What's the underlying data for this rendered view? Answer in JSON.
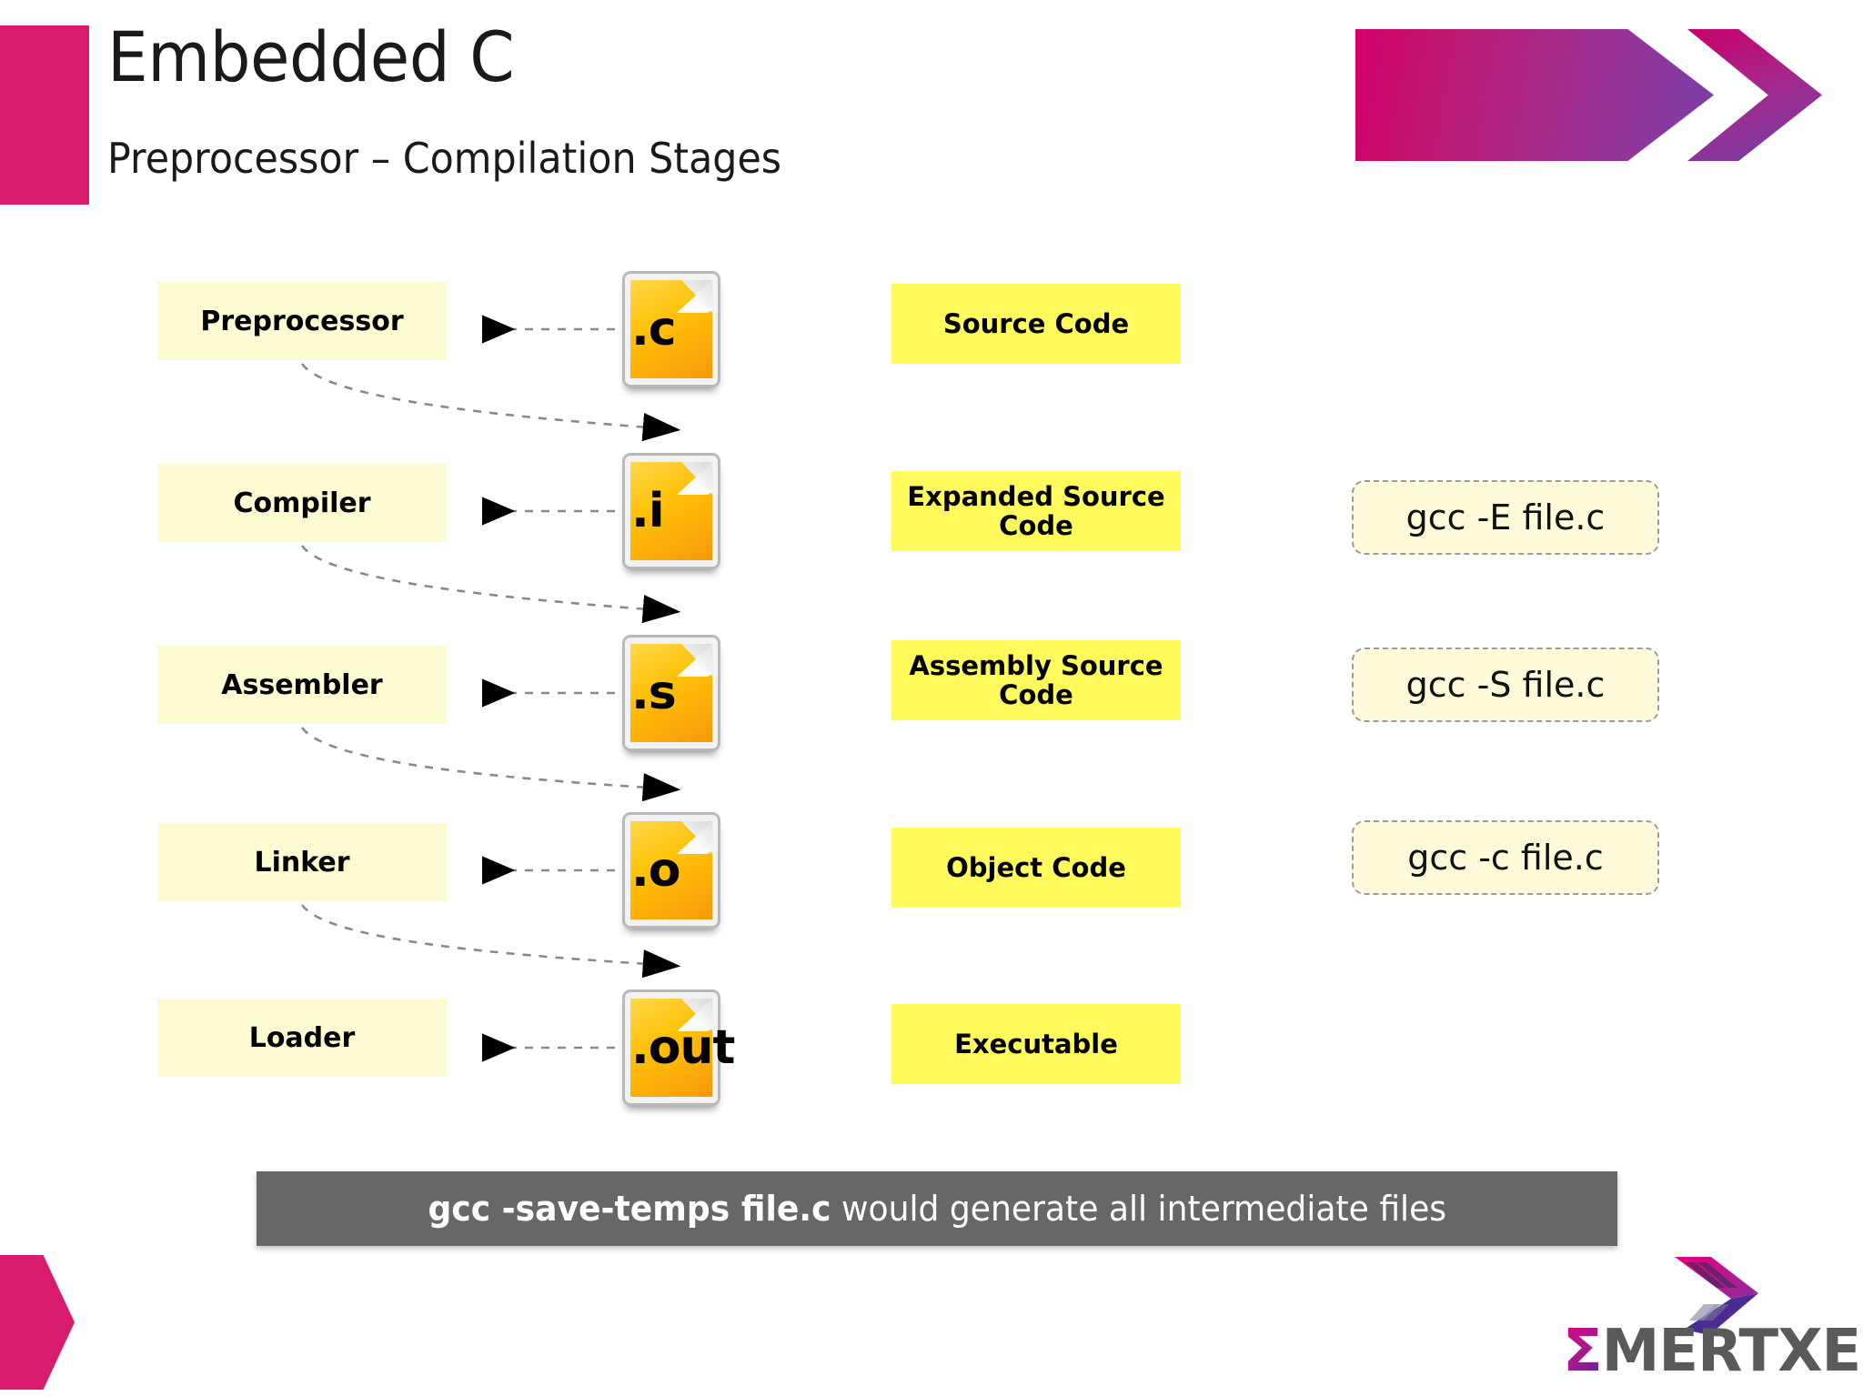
{
  "header": {
    "title": "Embedded C",
    "subtitle": "Preprocessor – Compilation Stages",
    "accent_color": "#D81B6E",
    "banner_gradient_from": "#D4006A",
    "banner_gradient_to": "#7B3FA8"
  },
  "flow": {
    "rows": [
      {
        "stage": "Preprocessor",
        "file_ext": ".c",
        "artifact": "Source Code",
        "command": ""
      },
      {
        "stage": "Compiler",
        "file_ext": ".i",
        "artifact": "Expanded Source Code",
        "command": "gcc -E file.c"
      },
      {
        "stage": "Assembler",
        "file_ext": ".s",
        "artifact": "Assembly Source Code",
        "command": "gcc -S file.c"
      },
      {
        "stage": "Linker",
        "file_ext": ".o",
        "artifact": "Object Code",
        "command": "gcc -c file.c"
      },
      {
        "stage": "Loader",
        "file_ext": ".out",
        "artifact": "Executable",
        "command": ""
      }
    ],
    "stage_box_color": "#FCFBD1",
    "artifact_box_color": "#FFFB5C",
    "command_box_color": "#FDFBDA"
  },
  "footer": {
    "note_bold": "gcc -save-temps file.c",
    "note_rest": " would generate all intermediate files",
    "note_bg": "#676767"
  },
  "logo": {
    "sigma": "Σ",
    "word": "MERTXE"
  }
}
